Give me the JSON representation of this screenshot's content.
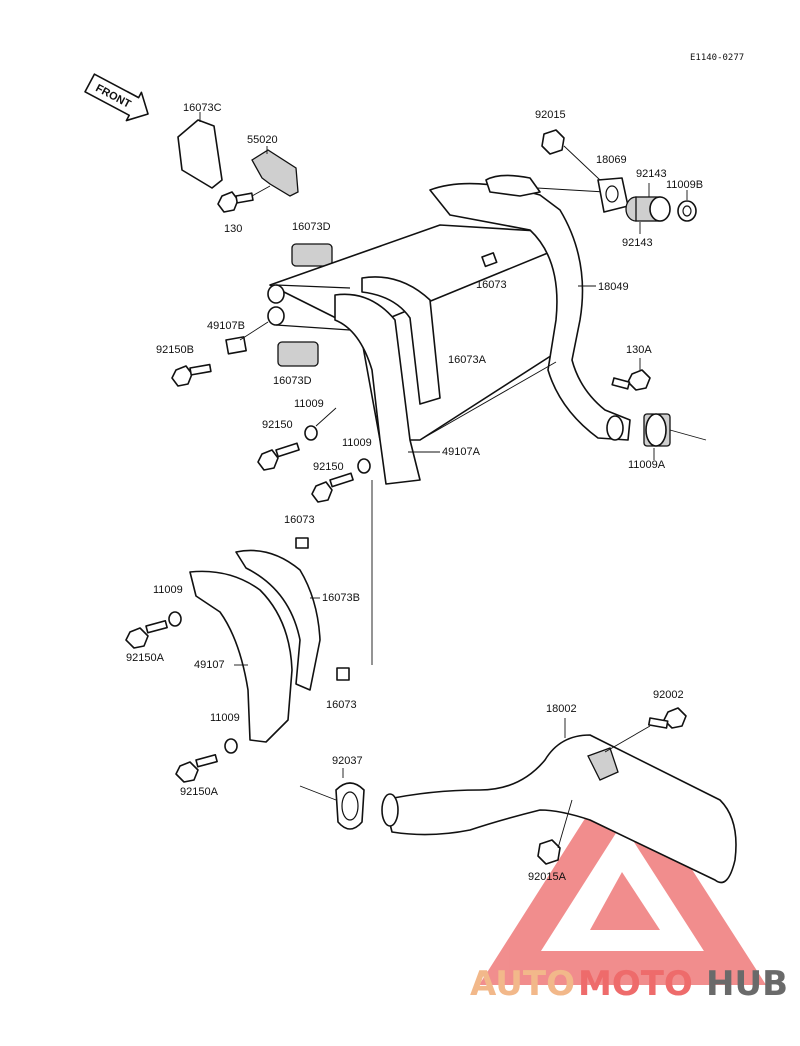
{
  "ref_code": "E1140-0277",
  "front_arrow": "FRONT",
  "labels": {
    "p16073C": "16073C",
    "p55020": "55020",
    "p130": "130",
    "p16073D_top": "16073D",
    "p49107B": "49107B",
    "p92150B": "92150B",
    "p16073D_bot": "16073D",
    "p11009_a": "11009",
    "p92150_a": "92150",
    "p11009_b": "11009",
    "p92150_b": "92150",
    "p92015": "92015",
    "p18069": "18069",
    "p92143_a": "92143",
    "p11009B": "11009B",
    "p92143_b": "92143",
    "p16073_top": "16073",
    "p18049": "18049",
    "p16073A": "16073A",
    "p130A": "130A",
    "p49107A": "49107A",
    "p11009A": "11009A",
    "p16073_mid": "16073",
    "p16073B": "16073B",
    "p11009_c": "11009",
    "p92150A_a": "92150A",
    "p49107": "49107",
    "p16073_low": "16073",
    "p11009_d": "11009",
    "p92150A_b": "92150A",
    "p92037": "92037",
    "p18002": "18002",
    "p92002": "92002",
    "p92015A": "92015A"
  },
  "watermark": {
    "part1": "AUTO",
    "part2": "MOTO",
    "part3": "HUB",
    "color1": "#f2b88a",
    "color2": "#ee6b6b",
    "color3": "#6a6a6a"
  }
}
